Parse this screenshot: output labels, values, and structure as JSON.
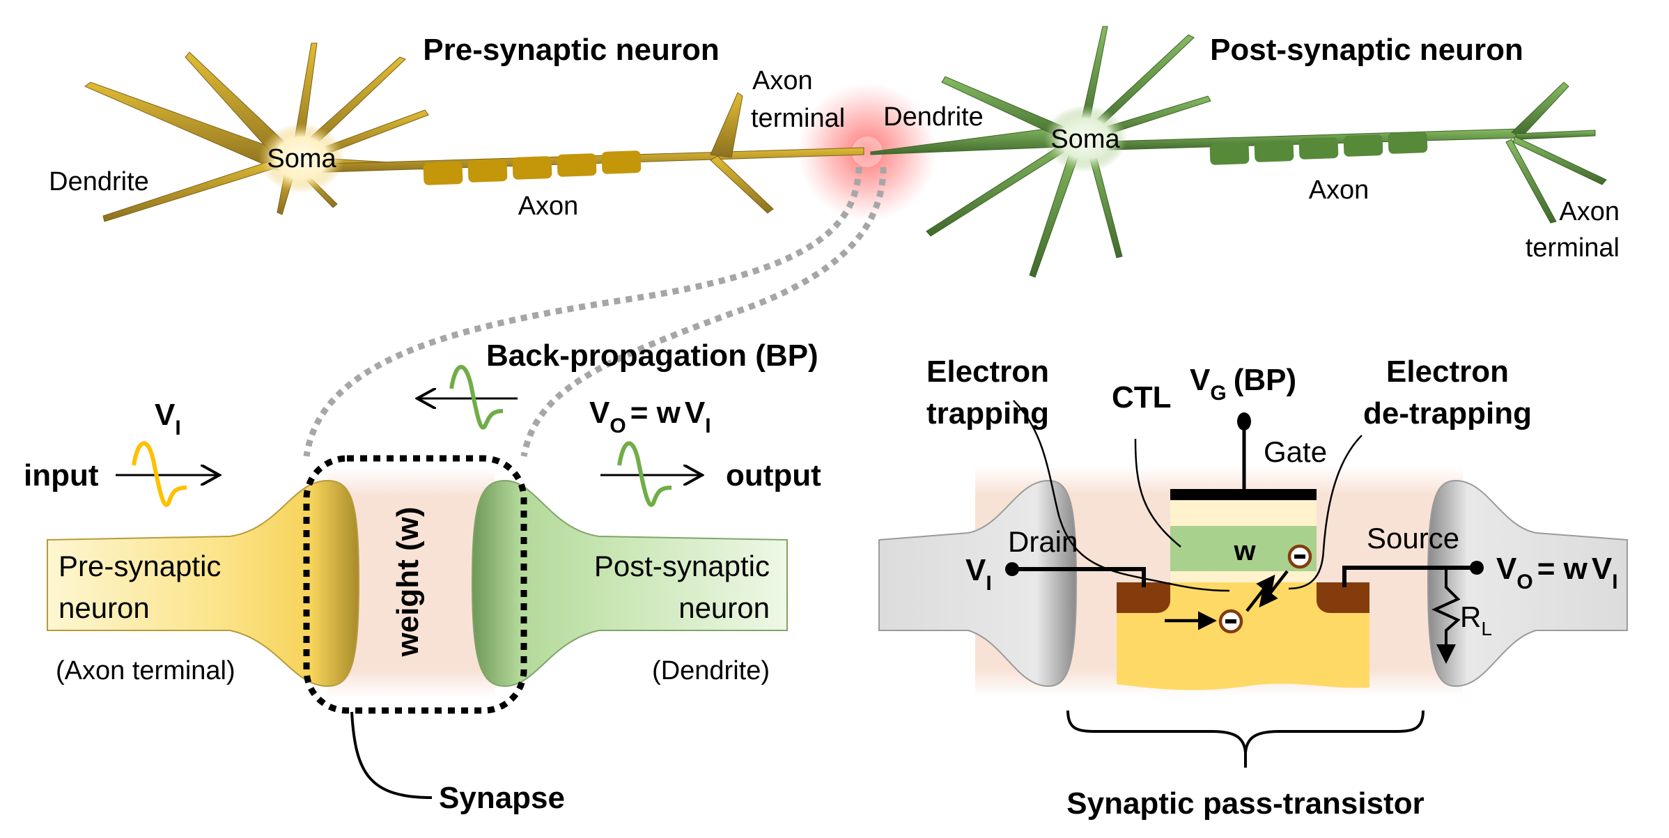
{
  "top": {
    "pre_title": "Pre-synaptic neuron",
    "post_title": "Post-synaptic neuron",
    "pre_labels": {
      "dendrite": "Dendrite",
      "soma": "Soma",
      "axon": "Axon",
      "axon_terminal_line1": "Axon",
      "axon_terminal_line2": "terminal"
    },
    "post_labels": {
      "dendrite": "Dendrite",
      "soma": "Soma",
      "axon": "Axon",
      "axon_terminal_line1": "Axon",
      "axon_terminal_line2": "terminal"
    }
  },
  "left_panel": {
    "bp_title": "Back-propagation (BP)",
    "input_label": "input",
    "output_label": "output",
    "vi_main": "V",
    "vi_sub": "I",
    "vo_main": "V",
    "vo_sub": "O",
    "vo_eq": "= w",
    "vo_tail_main": "V",
    "vo_tail_sub": "I",
    "pre_line1": "Pre-synaptic",
    "pre_line2": "neuron",
    "pre_paren": "(Axon terminal)",
    "post_line1": "Post-synaptic",
    "post_line2": "neuron",
    "post_paren": "(Dendrite)",
    "weight": "weight (w)",
    "synapse": "Synapse"
  },
  "right_panel": {
    "electron_trapping_1": "Electron",
    "electron_trapping_2": "trapping",
    "electron_detrapping_1": "Electron",
    "electron_detrapping_2": "de-trapping",
    "ctl": "CTL",
    "vg_main": "V",
    "vg_sub": "G",
    "vg_tail": "(BP)",
    "gate": "Gate",
    "drain": "Drain",
    "source": "Source",
    "w": "w",
    "vi_main": "V",
    "vi_sub": "I",
    "vo_main": "V",
    "vo_sub": "O",
    "vo_eq": "= w",
    "vo_tail_main": "V",
    "vo_tail_sub": "I",
    "rl_main": "R",
    "rl_sub": "L",
    "electron_symbol": "−",
    "caption": "Synaptic pass-transistor"
  },
  "colors": {
    "pre_neuron": "#c9a21a",
    "pre_myelin": "#c4960a",
    "post_neuron": "#5e9140",
    "post_myelin": "#568a38",
    "input_wave": "#ffc000",
    "output_wave": "#70ad47",
    "cleft": "#f8e2d6",
    "ctl": "#a9d18e",
    "oxide": "#fff2cc",
    "substrate": "#ffd966",
    "drain_source": "#843c0c",
    "glow": "#ff6b6b",
    "dashed_path": "#a6a6a6",
    "terminal_gray": "#e6e6e6"
  }
}
